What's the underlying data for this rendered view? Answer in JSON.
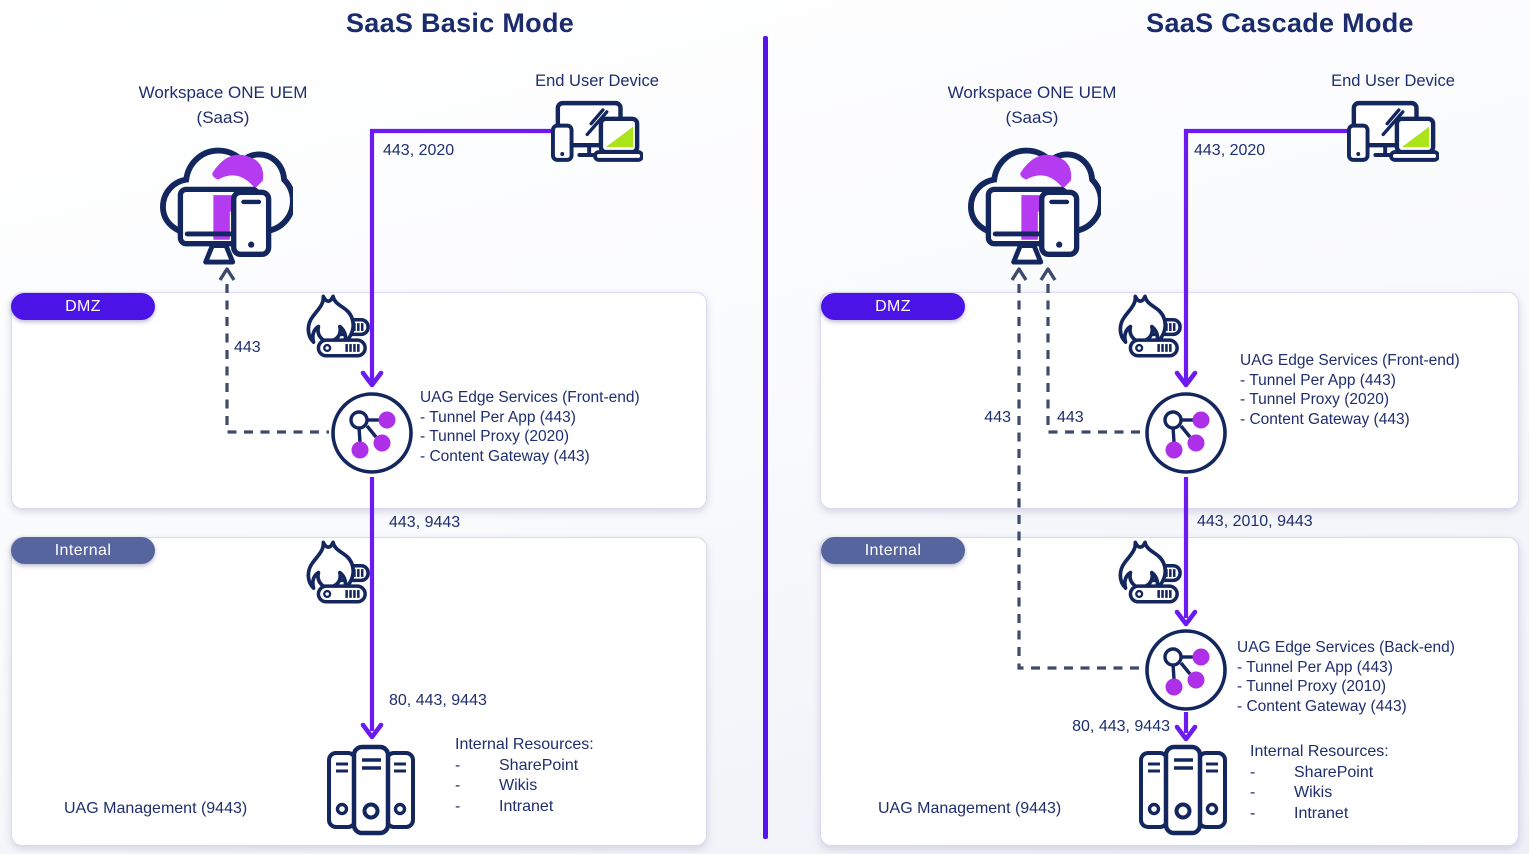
{
  "colors": {
    "navy_icon": "#13265e",
    "text_navy": "#1e2e6e",
    "connector_purple": "#6c1af2",
    "divider_purple": "#5712ee",
    "dmz_badge_purple": "#4b13e6",
    "internal_badge_slate": "#56659e",
    "node_magenta": "#ae2fe8",
    "cloud_accent_magenta": "#b43bef",
    "laptop_lime": "#ace41b",
    "dashed_line_slate": "#3d4a6b"
  },
  "panels": [
    {
      "title": "SaaS Basic Mode",
      "uem_line1": "Workspace ONE UEM",
      "uem_line2": "(SaaS)",
      "device_label": "End User Device",
      "device_ports": "443, 2020",
      "cloud_ports": "443",
      "dmz_badge": "DMZ",
      "internal_badge": "Internal",
      "uag_front_title": "UAG Edge Services (Front-end)",
      "uag_front_items": [
        "- Tunnel Per App (443)",
        "- Tunnel Proxy (2020)",
        "- Content Gateway (443)"
      ],
      "gap_ports": "443, 9443",
      "resource_ports": "80, 443, 9443",
      "uag_management": "UAG Management (9443)",
      "resources_title": "Internal Resources:",
      "resources_bullet": "-",
      "resources_items": [
        "SharePoint",
        "Wikis",
        "Intranet"
      ]
    },
    {
      "title": "SaaS Cascade Mode",
      "uem_line1": "Workspace ONE UEM",
      "uem_line2": "(SaaS)",
      "device_label": "End User Device",
      "device_ports": "443, 2020",
      "cloud_ports_left": "443",
      "cloud_ports_right": "443",
      "dmz_badge": "DMZ",
      "internal_badge": "Internal",
      "uag_front_title": "UAG Edge Services (Front-end)",
      "uag_front_items": [
        "- Tunnel Per App (443)",
        "- Tunnel Proxy (2020)",
        "- Content Gateway (443)"
      ],
      "uag_back_title": "UAG Edge Services (Back-end)",
      "uag_back_items": [
        "- Tunnel Per App (443)",
        "- Tunnel Proxy (2010)",
        "- Content Gateway (443)"
      ],
      "gap_ports": "443, 2010, 9443",
      "resource_ports": "80, 443, 9443",
      "uag_management": "UAG Management (9443)",
      "resources_title": "Internal Resources:",
      "resources_bullet": "-",
      "resources_items": [
        "SharePoint",
        "Wikis",
        "Intranet"
      ]
    }
  ]
}
